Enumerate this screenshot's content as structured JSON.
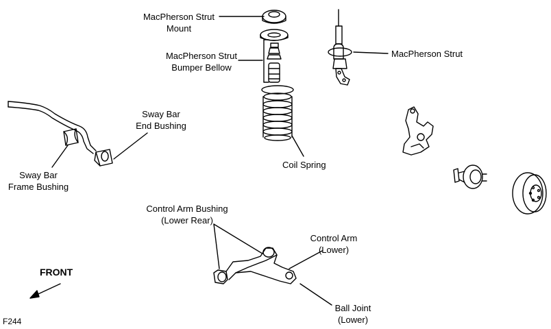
{
  "labels": {
    "strut_mount": [
      "MacPherson Strut",
      "Mount"
    ],
    "bumper_bellow": [
      "MacPherson Strut",
      "Bumper Bellow"
    ],
    "strut": "MacPherson Strut",
    "sway_bar_end_bushing": [
      "Sway Bar",
      "End Bushing"
    ],
    "coil_spring": "Coil Spring",
    "sway_bar_frame_bushing": [
      "Sway Bar",
      "Frame Bushing"
    ],
    "control_arm_bushing": [
      "Control Arm Bushing",
      "(Lower Rear)"
    ],
    "control_arm": [
      "Control Arm",
      "(Lower)"
    ],
    "ball_joint": [
      "Ball Joint",
      "(Lower)"
    ],
    "front": "FRONT",
    "figure_code": "F244"
  }
}
